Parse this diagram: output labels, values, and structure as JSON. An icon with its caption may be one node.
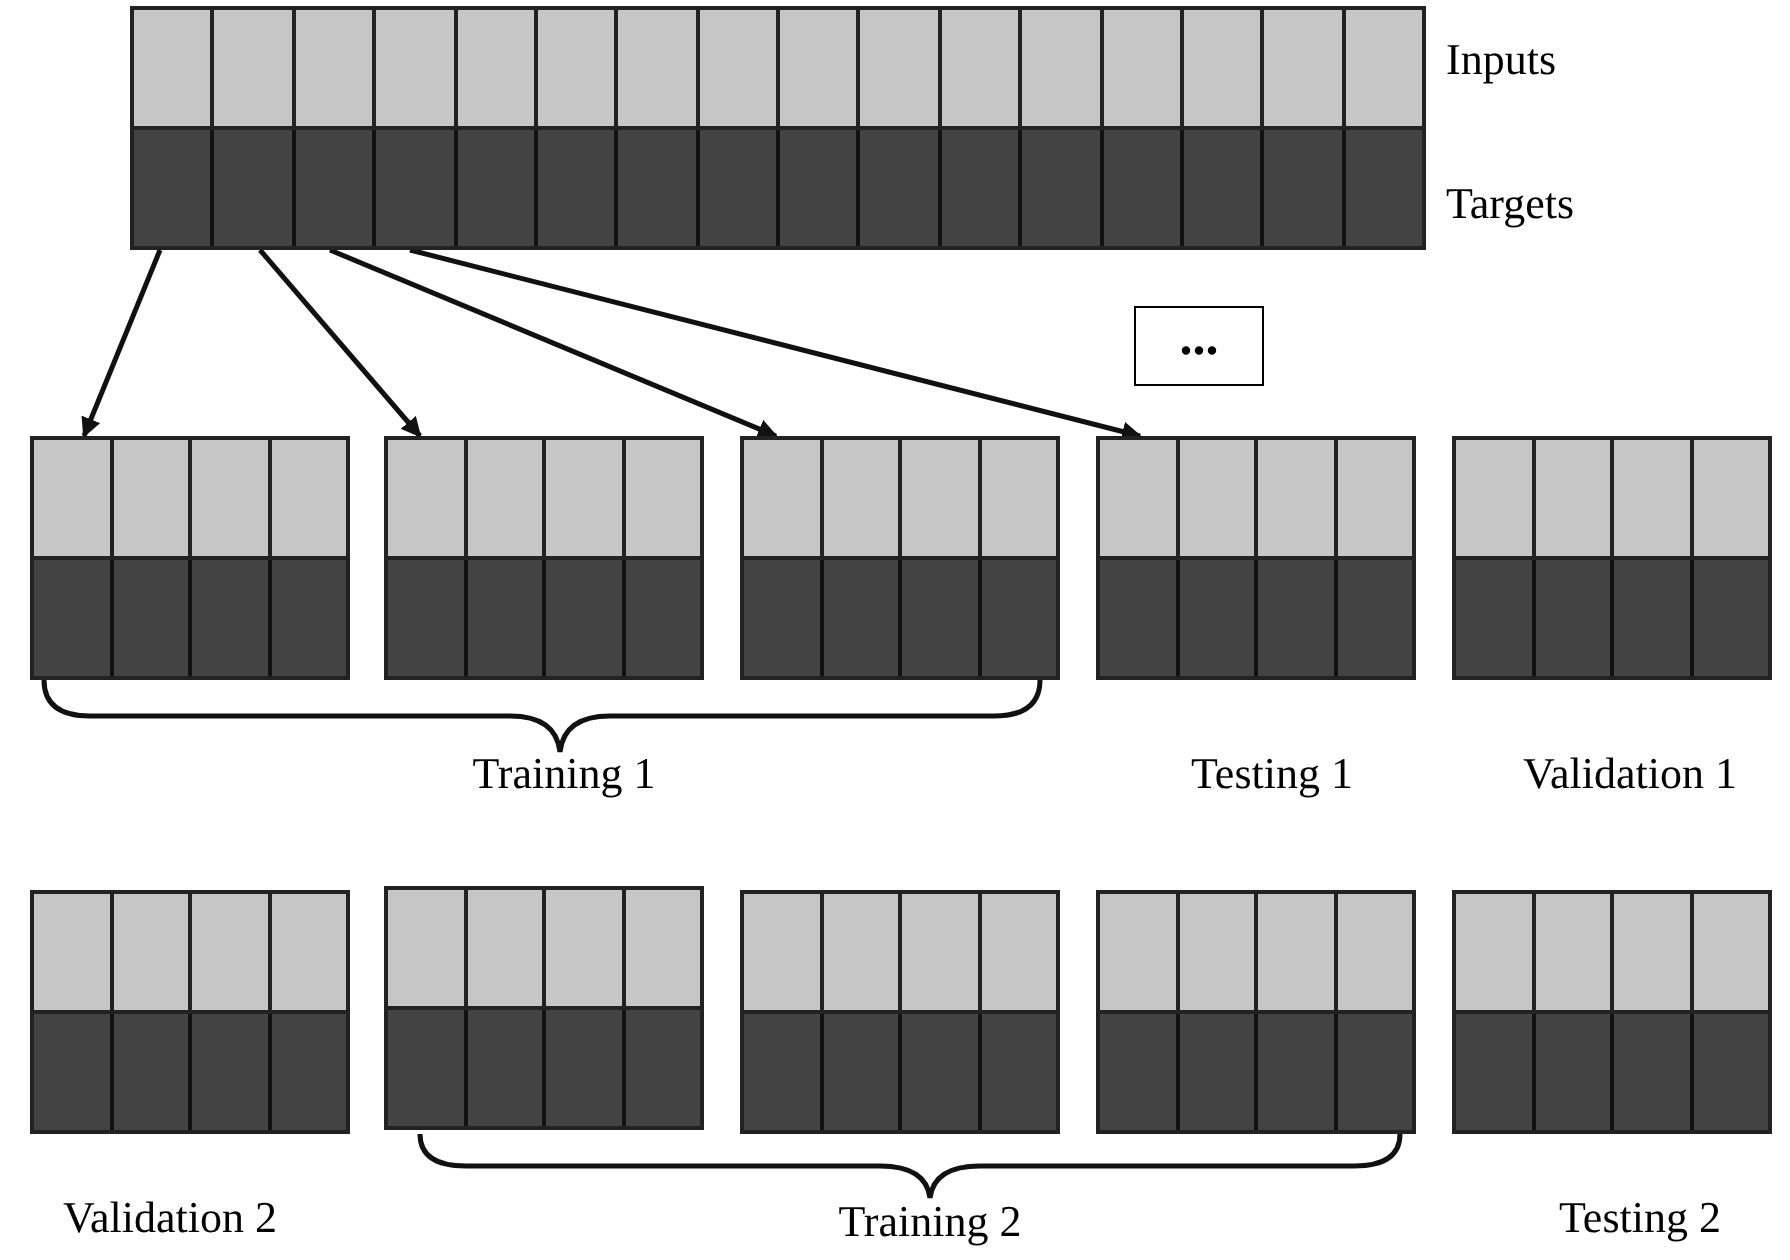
{
  "diagram": {
    "nodes": [
      {
        "text": [],
        "shape": "box",
        "beside": [
          "Inputs",
          "Targets"
        ]
      },
      {
        "text": [
          "..."
        ]
      },
      {
        "text": [],
        "shape": "box"
      },
      {
        "text": [],
        "shape": "box"
      },
      {
        "text": [],
        "shape": "box"
      },
      {
        "text": [],
        "shape": "box"
      },
      {
        "text": [],
        "shape": "box"
      },
      {
        "text": [],
        "shape": "box"
      },
      {
        "text": [],
        "shape": "box"
      },
      {
        "text": [],
        "shape": "box"
      },
      {
        "text": [],
        "shape": "box"
      },
      {
        "text": [],
        "shape": "box"
      }
    ],
    "edges": [
      {
        "from": 0,
        "to": 2,
        "arrow": "to"
      },
      {
        "from": 0,
        "to": 3,
        "arrow": "to"
      },
      {
        "from": 0,
        "to": 4,
        "arrow": "to"
      },
      {
        "from": 0,
        "to": 5,
        "arrow": "to"
      }
    ],
    "labels": [
      "Training 1",
      "Testing 1",
      "Validation 1",
      "Validation 2",
      "Training 2",
      "Testing 2"
    ]
  }
}
